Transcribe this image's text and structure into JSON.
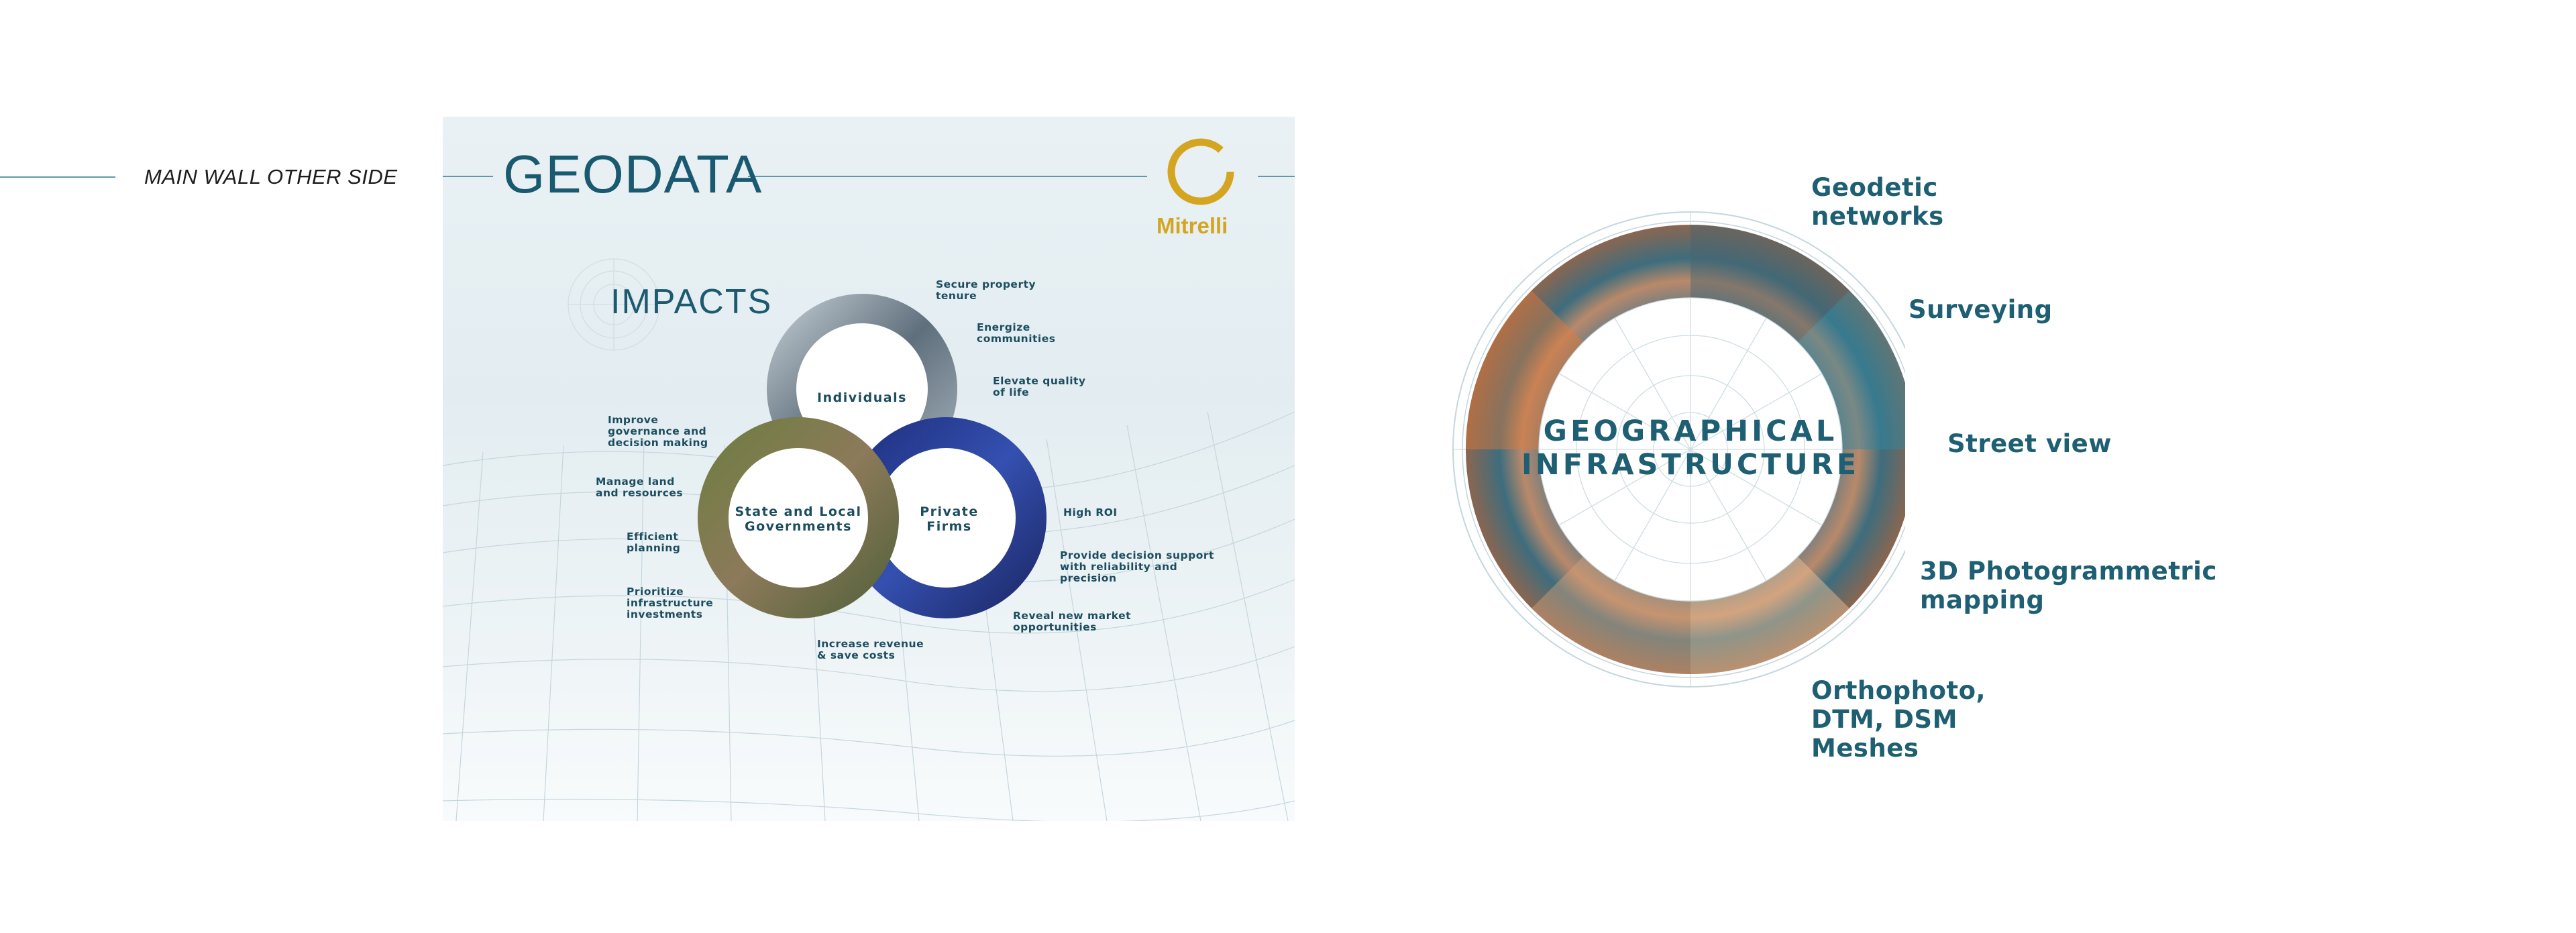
{
  "wall": {
    "label": "MAIN WALL OTHER SIDE"
  },
  "panel": {
    "title": "GEODATA",
    "brand": "Mitrelli",
    "impacts_title": "IMPACTS",
    "circles": [
      {
        "id": "individuals",
        "label": "Individuals"
      },
      {
        "id": "governments",
        "label": "State and Local Governments"
      },
      {
        "id": "firms",
        "label": "Private Firms"
      }
    ],
    "impacts": {
      "individuals": [
        "Secure property tenure",
        "Energize communities",
        "Elevate quality of life"
      ],
      "governments": [
        "Improve governance and decision making",
        "Manage land and resources",
        "Efficient planning",
        "Prioritize infrastructure investments"
      ],
      "firms": [
        "High ROI",
        "Provide decision support with reliability and precision",
        "Reveal new market opportunities"
      ],
      "shared": "Increase revenue & save costs"
    }
  },
  "geo": {
    "center": "GEOGRAPHICAL INFRASTRUCTURE",
    "items": [
      "Geodetic networks",
      "Surveying",
      "Street view",
      "3D Photogrammetric mapping",
      "Orthophoto, DTM, DSM Meshes"
    ]
  },
  "colors": {
    "teal": "#1e5f73",
    "gold": "#d4a521",
    "line": "#5f9aab"
  }
}
